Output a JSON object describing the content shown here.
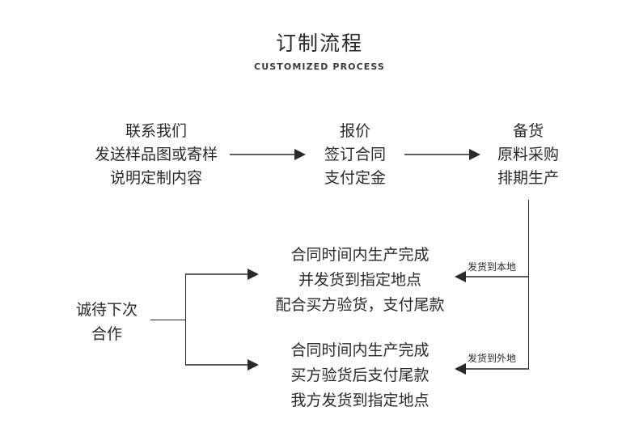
{
  "header": {
    "title_cn": "订制流程",
    "title_en": "CUSTOMIZED PROCESS"
  },
  "flow": {
    "step1": {
      "name": "contact-us",
      "line1": "联系我们",
      "line2": "发送样品图或寄样",
      "line3": "说明定制内容"
    },
    "step2": {
      "name": "quotation",
      "line1": "报价",
      "line2": "签订合同",
      "line3": "支付定金"
    },
    "step3": {
      "name": "stock-preparation",
      "line1": "备货",
      "line2": "原料采购",
      "line3": "排期生产"
    },
    "branch_local": {
      "name": "local-delivery",
      "line1": "合同时间内生产完成",
      "line2": "并发货到指定地点",
      "line3": "配合买方验货，支付尾款"
    },
    "branch_remote": {
      "name": "remote-delivery",
      "line1": "合同时间内生产完成",
      "line2": "买方验货后支付尾款",
      "line3": "我方发货到指定地点"
    },
    "end": {
      "name": "next-cooperation",
      "line1": "诚待下次",
      "line2": "合作"
    },
    "labels": {
      "local": "发货到本地",
      "remote": "发货到外地"
    }
  },
  "style": {
    "line_color": "#2a2a2a",
    "text_color": "#2a2a2a",
    "background": "#ffffff"
  }
}
